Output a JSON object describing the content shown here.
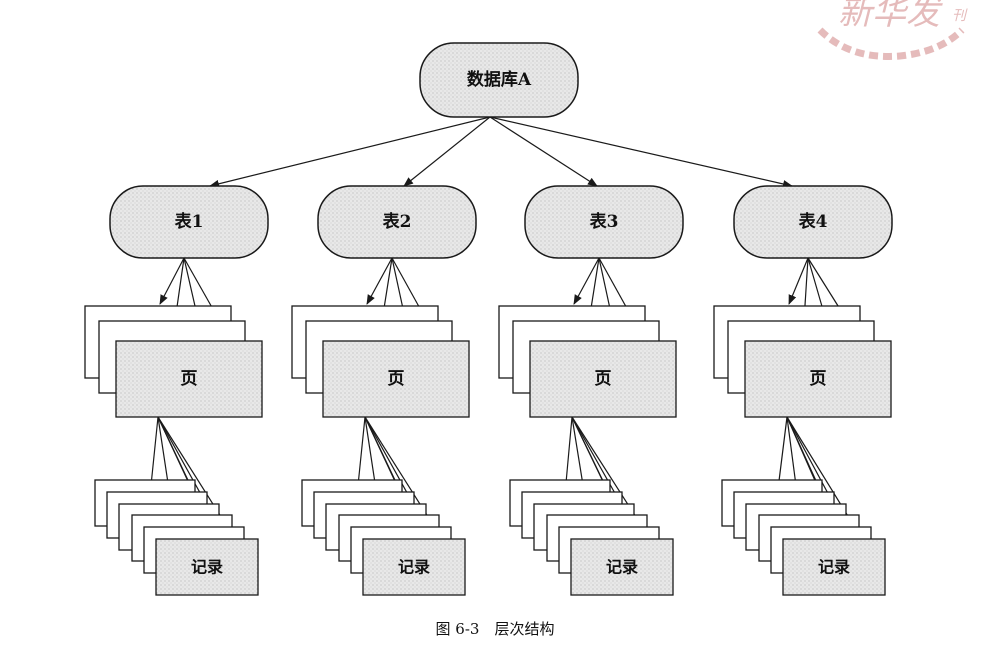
{
  "diagram": {
    "root": {
      "label": "数据库A"
    },
    "tables": [
      {
        "label": "表1",
        "page_label": "页",
        "record_label": "记录"
      },
      {
        "label": "表2",
        "page_label": "页",
        "record_label": "记录"
      },
      {
        "label": "表3",
        "page_label": "页",
        "record_label": "记录"
      },
      {
        "label": "表4",
        "page_label": "页",
        "record_label": "记录"
      }
    ],
    "caption": "图 6-3　层次结构"
  },
  "watermark": {
    "text": "新华发",
    "small_text": "刊",
    "color": "#d08585"
  },
  "colors": {
    "node_fill": "#e6e6e6",
    "stroke": "#1a1a1a",
    "background": "#ffffff"
  }
}
